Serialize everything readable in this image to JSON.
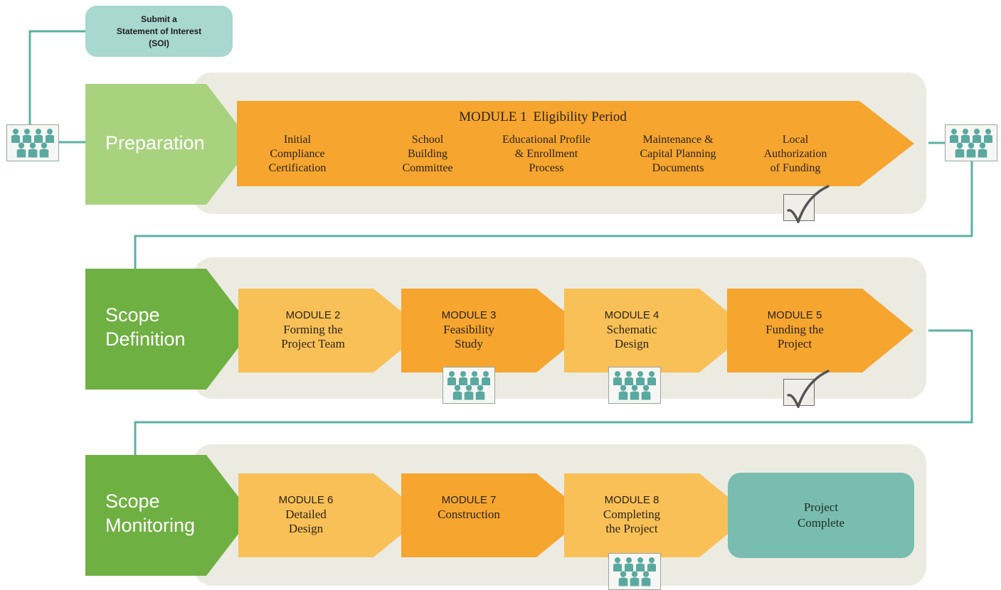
{
  "colors": {
    "band": "#ecebe2",
    "connector": "#5bb0a5",
    "phase_light": "#a9d27e",
    "phase_dark": "#6fb042",
    "module_orange": "#f6a52f",
    "module_light": "#f9c057",
    "complete": "#78bdb0",
    "soi": "#a8d8d0",
    "people_icon": "#5aa9a0"
  },
  "start": {
    "soi_label": "Submit a\nStatement of Interest\n(SOI)"
  },
  "phases": [
    {
      "label": "Preparation"
    },
    {
      "label": "Scope\nDefinition"
    },
    {
      "label": "Scope\nMonitoring"
    }
  ],
  "module1": {
    "module": "MODULE 1",
    "title": "Eligibility Period",
    "steps": [
      "Initial\nCompliance\nCertification",
      "School\nBuilding\nCommittee",
      "Educational Profile\n& Enrollment\nProcess",
      "Maintenance &\nCapital Planning\nDocuments",
      "Local\nAuthorization\nof Funding"
    ]
  },
  "modules": [
    {
      "module": "MODULE 2",
      "title": "Forming the\nProject Team"
    },
    {
      "module": "MODULE 3",
      "title": "Feasibility\nStudy"
    },
    {
      "module": "MODULE 4",
      "title": "Schematic\nDesign"
    },
    {
      "module": "MODULE 5",
      "title": "Funding the\nProject"
    },
    {
      "module": "MODULE 6",
      "title": "Detailed\nDesign"
    },
    {
      "module": "MODULE 7",
      "title": "Construction"
    },
    {
      "module": "MODULE 8",
      "title": "Completing\nthe Project"
    }
  ],
  "end": {
    "complete_label": "Project\nComplete"
  },
  "icons": {
    "meeting": "people-group-icon",
    "approval": "checkmark-icon"
  }
}
